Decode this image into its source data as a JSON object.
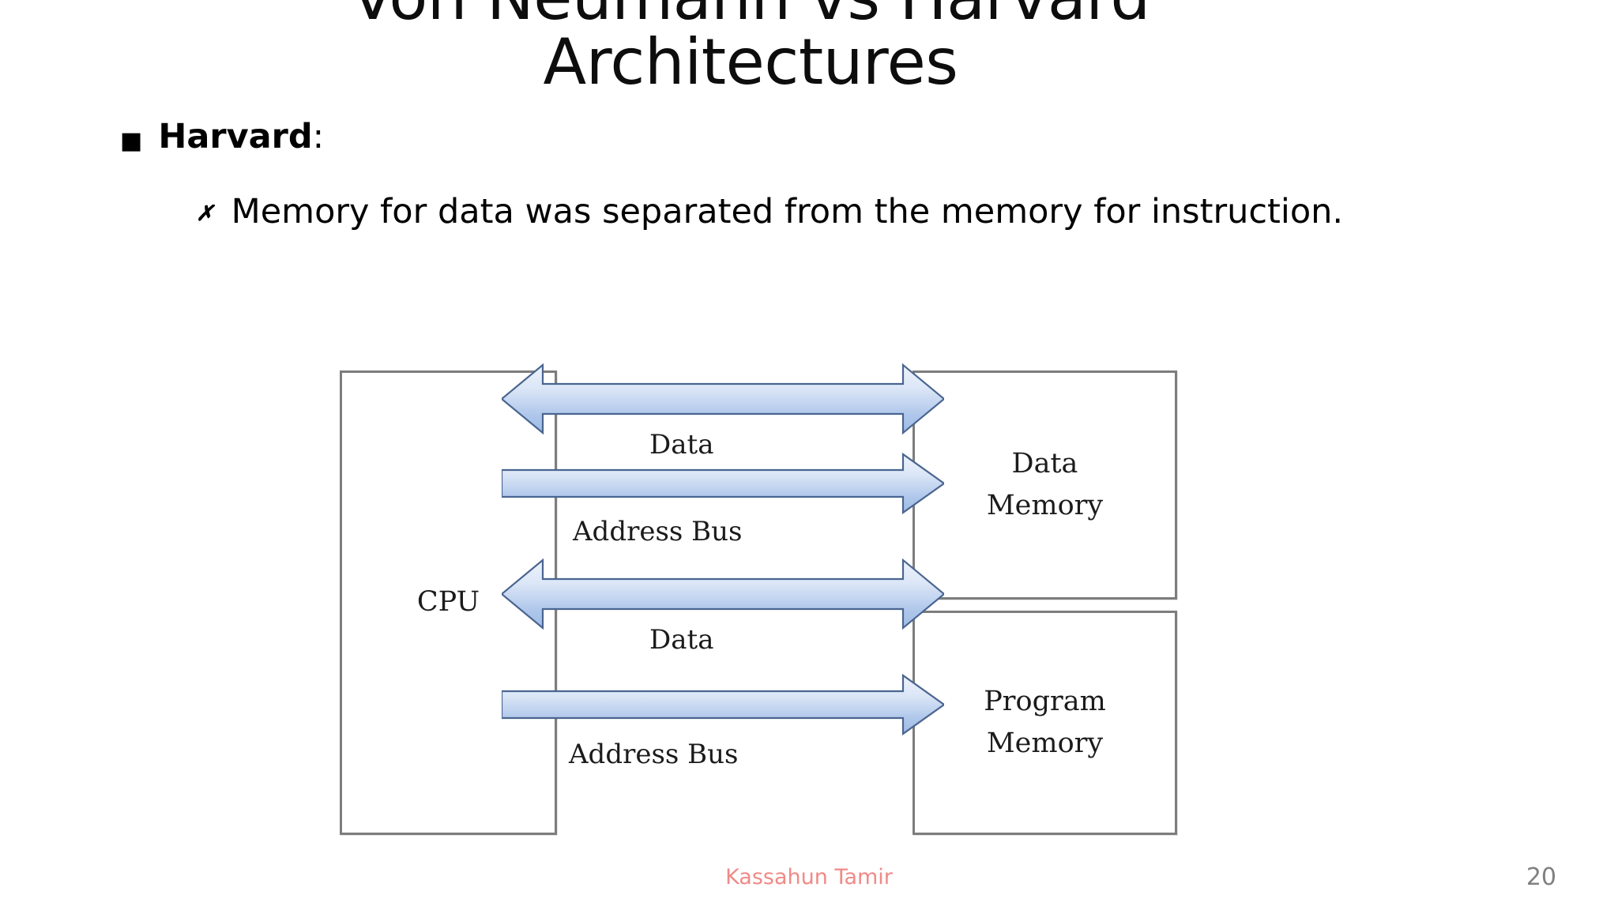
{
  "slide": {
    "title": "Von Neumann vs Harvard\nArchitectures",
    "bullets": [
      {
        "marker": "■",
        "marker_icon": "filled-square-bullet-icon",
        "label_bold": "Harvard",
        "label_rest": ":"
      },
      {
        "marker": "✗",
        "marker_icon": "x-mark-bullet-icon",
        "text": "Memory for data was separated from the memory for instruction."
      }
    ]
  },
  "diagram": {
    "name": "harvard-architecture-diagram",
    "boxes": {
      "cpu": "CPU",
      "data_memory": "Data\nMemory",
      "program_memory": "Program\nMemory"
    },
    "arrows": [
      {
        "label": "Data",
        "direction": "bidirectional",
        "connects": "cpu-data-memory"
      },
      {
        "label": "Address Bus",
        "direction": "right",
        "connects": "cpu-data-memory"
      },
      {
        "label": "Data",
        "direction": "bidirectional",
        "connects": "cpu-program-memory"
      },
      {
        "label": "Address Bus",
        "direction": "right",
        "connects": "cpu-program-memory"
      }
    ],
    "colors": {
      "box_border": "#7d7d7d",
      "arrow_fill_light": "#e4ecf9",
      "arrow_fill_dark": "#a8c2e8",
      "arrow_stroke": "#4a6590"
    }
  },
  "footer": {
    "author": "Kassahun Tamir",
    "page_number": "20",
    "author_color": "#f08a87",
    "page_number_color": "#808080"
  }
}
